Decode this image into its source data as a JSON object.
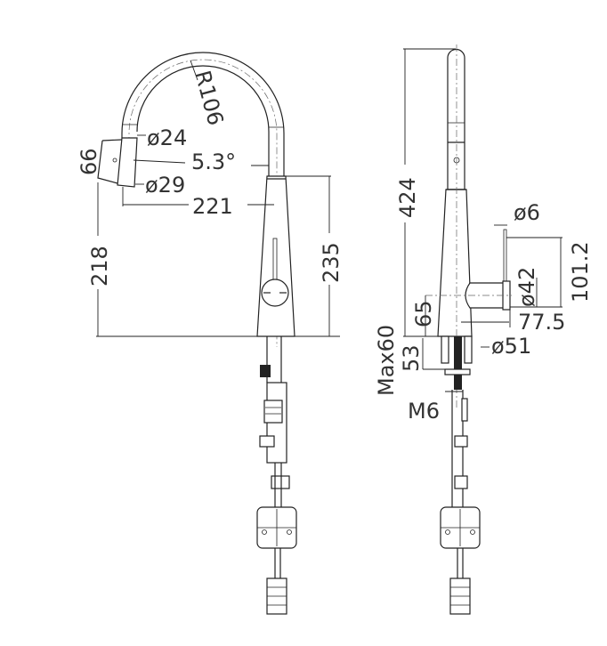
{
  "front_view": {
    "radius": "R106",
    "spray_diameter_top": "ø24",
    "angle": "5.3°",
    "spray_diameter_bottom": "ø29",
    "spray_length": "66",
    "reach": "221",
    "spout_height": "218",
    "body_height": "235"
  },
  "side_view": {
    "total_height": "424",
    "rod_diameter": "ø6",
    "lever_height": "101.2",
    "lever_diameter": "ø42",
    "lever_depth": "77.5",
    "base_diameter": "ø51",
    "lever_axis_height": "65",
    "shank_length": "53",
    "max_deck": "Max60",
    "thread": "M6"
  }
}
